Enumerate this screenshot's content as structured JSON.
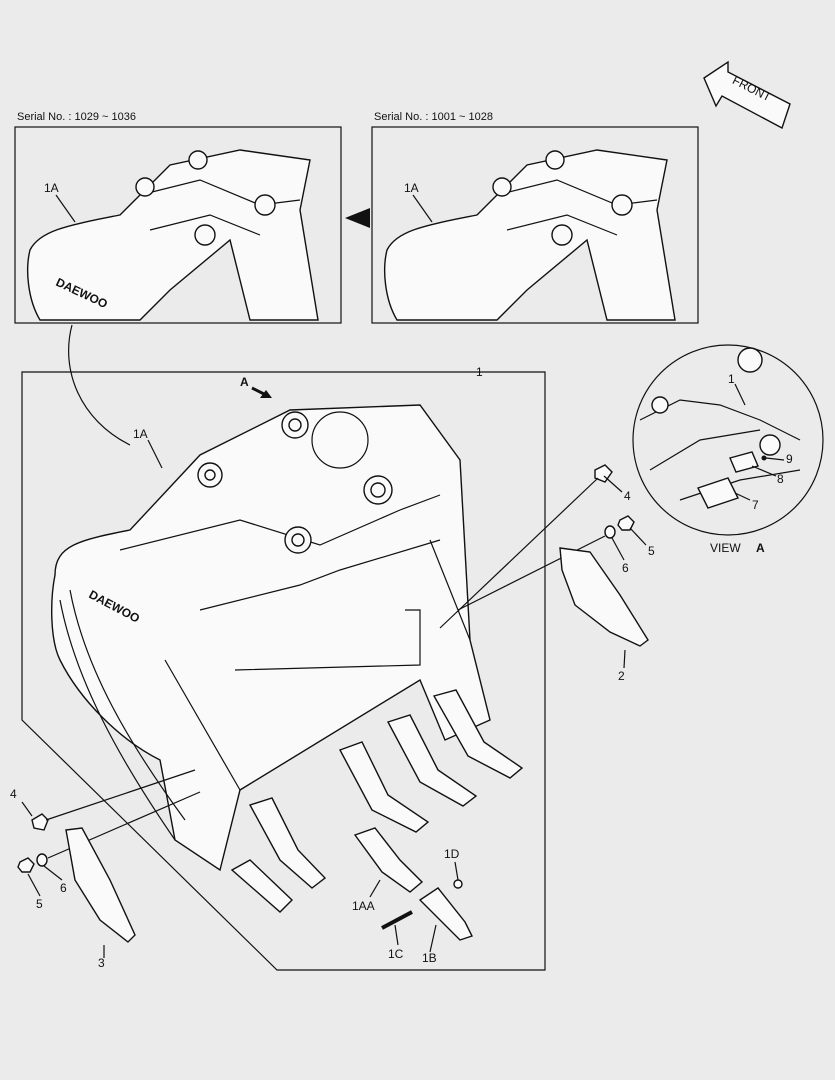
{
  "inset_left": {
    "serial": "Serial No. : 1029 ~ 1036",
    "callout": "1A"
  },
  "inset_right": {
    "serial": "Serial No. : 1001 ~ 1028",
    "callout": "1A"
  },
  "front_label": "FRONT",
  "main": {
    "frame_label": "1",
    "view_arrow": "A",
    "callouts": {
      "c1A": "1A",
      "c4a": "4",
      "c5a": "5",
      "c6a": "6",
      "c2": "2",
      "c4b": "4",
      "c6b": "6",
      "c5b": "5",
      "c3": "3",
      "c1AA": "1AA",
      "c1C": "1C",
      "c1B": "1B",
      "c1D": "1D"
    }
  },
  "detail_view": {
    "title": "VIEW",
    "letter": "A",
    "callouts": {
      "c1": "1",
      "c9": "9",
      "c8": "8",
      "c7": "7"
    }
  },
  "brand_mark": "DAEWOO"
}
